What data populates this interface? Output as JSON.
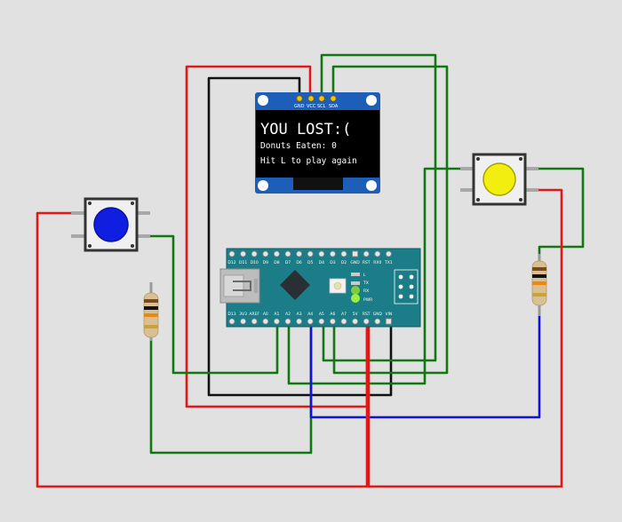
{
  "oled": {
    "pin_labels": [
      "GND",
      "VCC",
      "SCL",
      "SDA"
    ],
    "line1": "YOU LOST:(",
    "line2": "Donuts Eaten: 0",
    "line3": "Hit L to play again"
  },
  "nano": {
    "top_pins": [
      "D12",
      "D11",
      "D10",
      "D9",
      "D8",
      "D7",
      "D6",
      "D5",
      "D4",
      "D3",
      "D2",
      "GND",
      "RST",
      "RX0",
      "TX1"
    ],
    "bottom_pins": [
      "D13",
      "3V3",
      "AREF",
      "A0",
      "A1",
      "A2",
      "A3",
      "A4",
      "A5",
      "A6",
      "A7",
      "5V",
      "RST",
      "GND",
      "VIN"
    ],
    "led_labels": [
      "L",
      "TX",
      "RX",
      "PWR"
    ]
  },
  "buttons": [
    {
      "name": "blue",
      "color": "#0f1ee0"
    },
    {
      "name": "yellow",
      "color": "#f1ee10"
    }
  ],
  "colors": {
    "wire_red": "#e51616",
    "wire_black": "#111111",
    "wire_green": "#117711",
    "wire_blue": "#1111dd",
    "board": "#1b7d87",
    "oled_pcb": "#1d5fb8",
    "background": "#e1e1e1"
  }
}
